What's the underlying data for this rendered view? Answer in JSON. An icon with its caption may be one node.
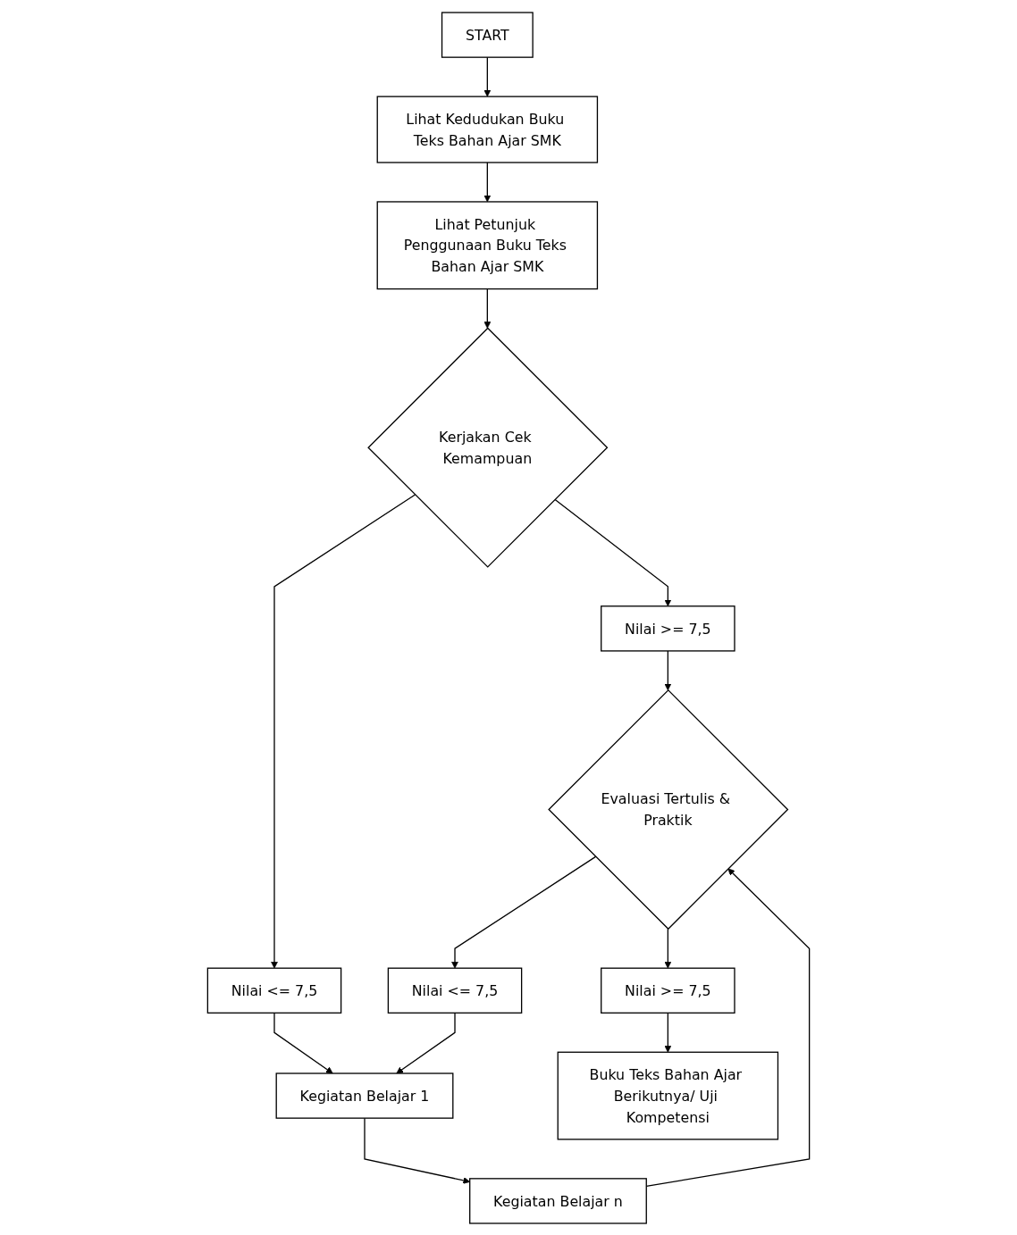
{
  "diagram": {
    "nodes": [
      {
        "text": [
          "START"
        ]
      },
      {
        "text": [
          "Lihat Kedudukan Buku Teks Bahan Ajar SMK"
        ]
      },
      {
        "text": [
          "Lihat Petunjuk Penggunaan Buku Teks Bahan Ajar SMK"
        ]
      },
      {
        "text": [
          "Kerjakan Cek Kemampuan"
        ]
      },
      {
        "text": [
          "Nilai >= 7,5"
        ]
      },
      {
        "text": [
          "Nilai <= 7,5"
        ]
      },
      {
        "text": [
          "Kegiatan Belajar 1"
        ]
      },
      {
        "text": [
          "Kegiatan Belajar n"
        ]
      },
      {
        "text": [
          "Evaluasi Tertulis & Praktik"
        ]
      },
      {
        "text": [
          "Nilai <= 7,5"
        ]
      },
      {
        "text": [
          "Nilai >= 7,5"
        ]
      },
      {
        "text": [
          "Buku Teks Bahan Ajar Berikutnya/ Uji Kompetensi"
        ]
      }
    ],
    "edges": [
      {
        "from": 0,
        "to": 1,
        "arrow": "to"
      },
      {
        "from": 1,
        "to": 2,
        "arrow": "to"
      },
      {
        "from": 2,
        "to": 3,
        "arrow": "to"
      },
      {
        "from": 3,
        "to": 4,
        "arrow": "to"
      },
      {
        "from": 3,
        "to": 5,
        "arrow": "to"
      },
      {
        "from": 5,
        "to": 6,
        "arrow": "to"
      },
      {
        "from": 6,
        "to": 7,
        "arrow": "to"
      },
      {
        "from": 7,
        "to": 8,
        "arrow": "to"
      },
      {
        "from": 4,
        "to": 8,
        "arrow": "to"
      },
      {
        "from": 8,
        "to": 9,
        "arrow": "to"
      },
      {
        "from": 9,
        "to": 6,
        "arrow": "to"
      },
      {
        "from": 8,
        "to": 10,
        "arrow": "to"
      },
      {
        "from": 10,
        "to": 11,
        "arrow": "to"
      }
    ]
  }
}
